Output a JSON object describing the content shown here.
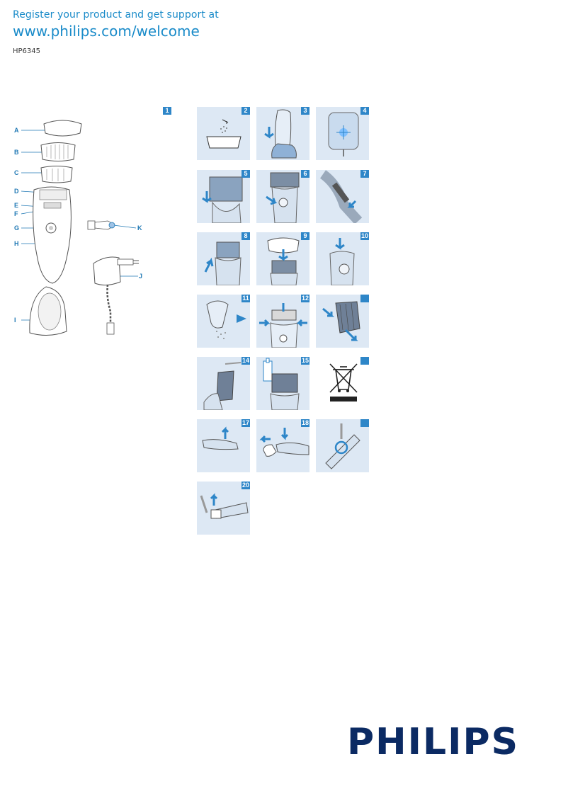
{
  "header": {
    "register_line": "Register your product and get support at",
    "url": "www.philips.com/welcome",
    "model": "HP6345"
  },
  "overview": {
    "figure_number": "1",
    "labels": [
      "A",
      "B",
      "C",
      "D",
      "E",
      "F",
      "G",
      "H",
      "I",
      "J",
      "K"
    ]
  },
  "steps": [
    {
      "number": "2",
      "icon": "shower-bath-icon"
    },
    {
      "number": "3",
      "icon": "shaver-in-stand-icon"
    },
    {
      "number": "4",
      "icon": "adapter-light-icon"
    },
    {
      "number": "5",
      "icon": "remove-cap-icon"
    },
    {
      "number": "6",
      "icon": "press-button-icon"
    },
    {
      "number": "7",
      "icon": "shave-leg-icon"
    },
    {
      "number": "8",
      "icon": "remove-head-icon"
    },
    {
      "number": "9",
      "icon": "attach-cap-icon"
    },
    {
      "number": "10",
      "icon": "press-cap-icon"
    },
    {
      "number": "11",
      "icon": "rinse-icon"
    },
    {
      "number": "12",
      "icon": "squeeze-head-icon"
    },
    {
      "number": "",
      "icon": "release-foil-icon"
    },
    {
      "number": "14",
      "icon": "clean-brush-icon"
    },
    {
      "number": "15",
      "icon": "oil-drop-icon"
    },
    {
      "number": "",
      "icon": "recycle-bin-icon"
    },
    {
      "number": "17",
      "icon": "trimmer-open-icon"
    },
    {
      "number": "18",
      "icon": "trimmer-cap-icon"
    },
    {
      "number": "",
      "icon": "trimmer-rotate-icon"
    },
    {
      "number": "20",
      "icon": "trimmer-clean-icon"
    }
  ],
  "brand": {
    "logo_text": "PHILIPS",
    "accent_color": "#1a8bc9",
    "logo_color": "#0b2a63"
  }
}
